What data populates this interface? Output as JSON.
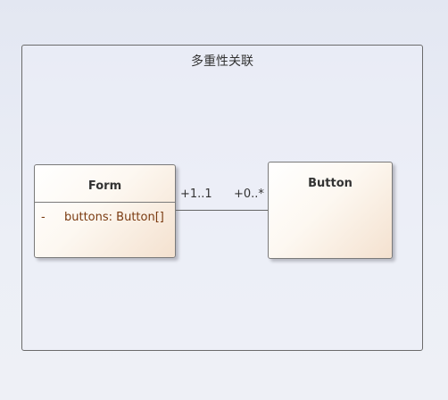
{
  "package": {
    "title": "多重性关联"
  },
  "classes": [
    {
      "name": "Form",
      "attributes": [
        {
          "visibility": "-",
          "text": "buttons: Button[]"
        }
      ]
    },
    {
      "name": "Button",
      "attributes": []
    }
  ],
  "association": {
    "source_multiplicity": "+1..1",
    "target_multiplicity": "+0..*"
  },
  "colors": {
    "background": "#e8ebf4",
    "class_fill_start": "#ffffff",
    "class_fill_end": "#f4e1cf",
    "attribute_text": "#7a3a10",
    "border": "#7a7a7a"
  }
}
